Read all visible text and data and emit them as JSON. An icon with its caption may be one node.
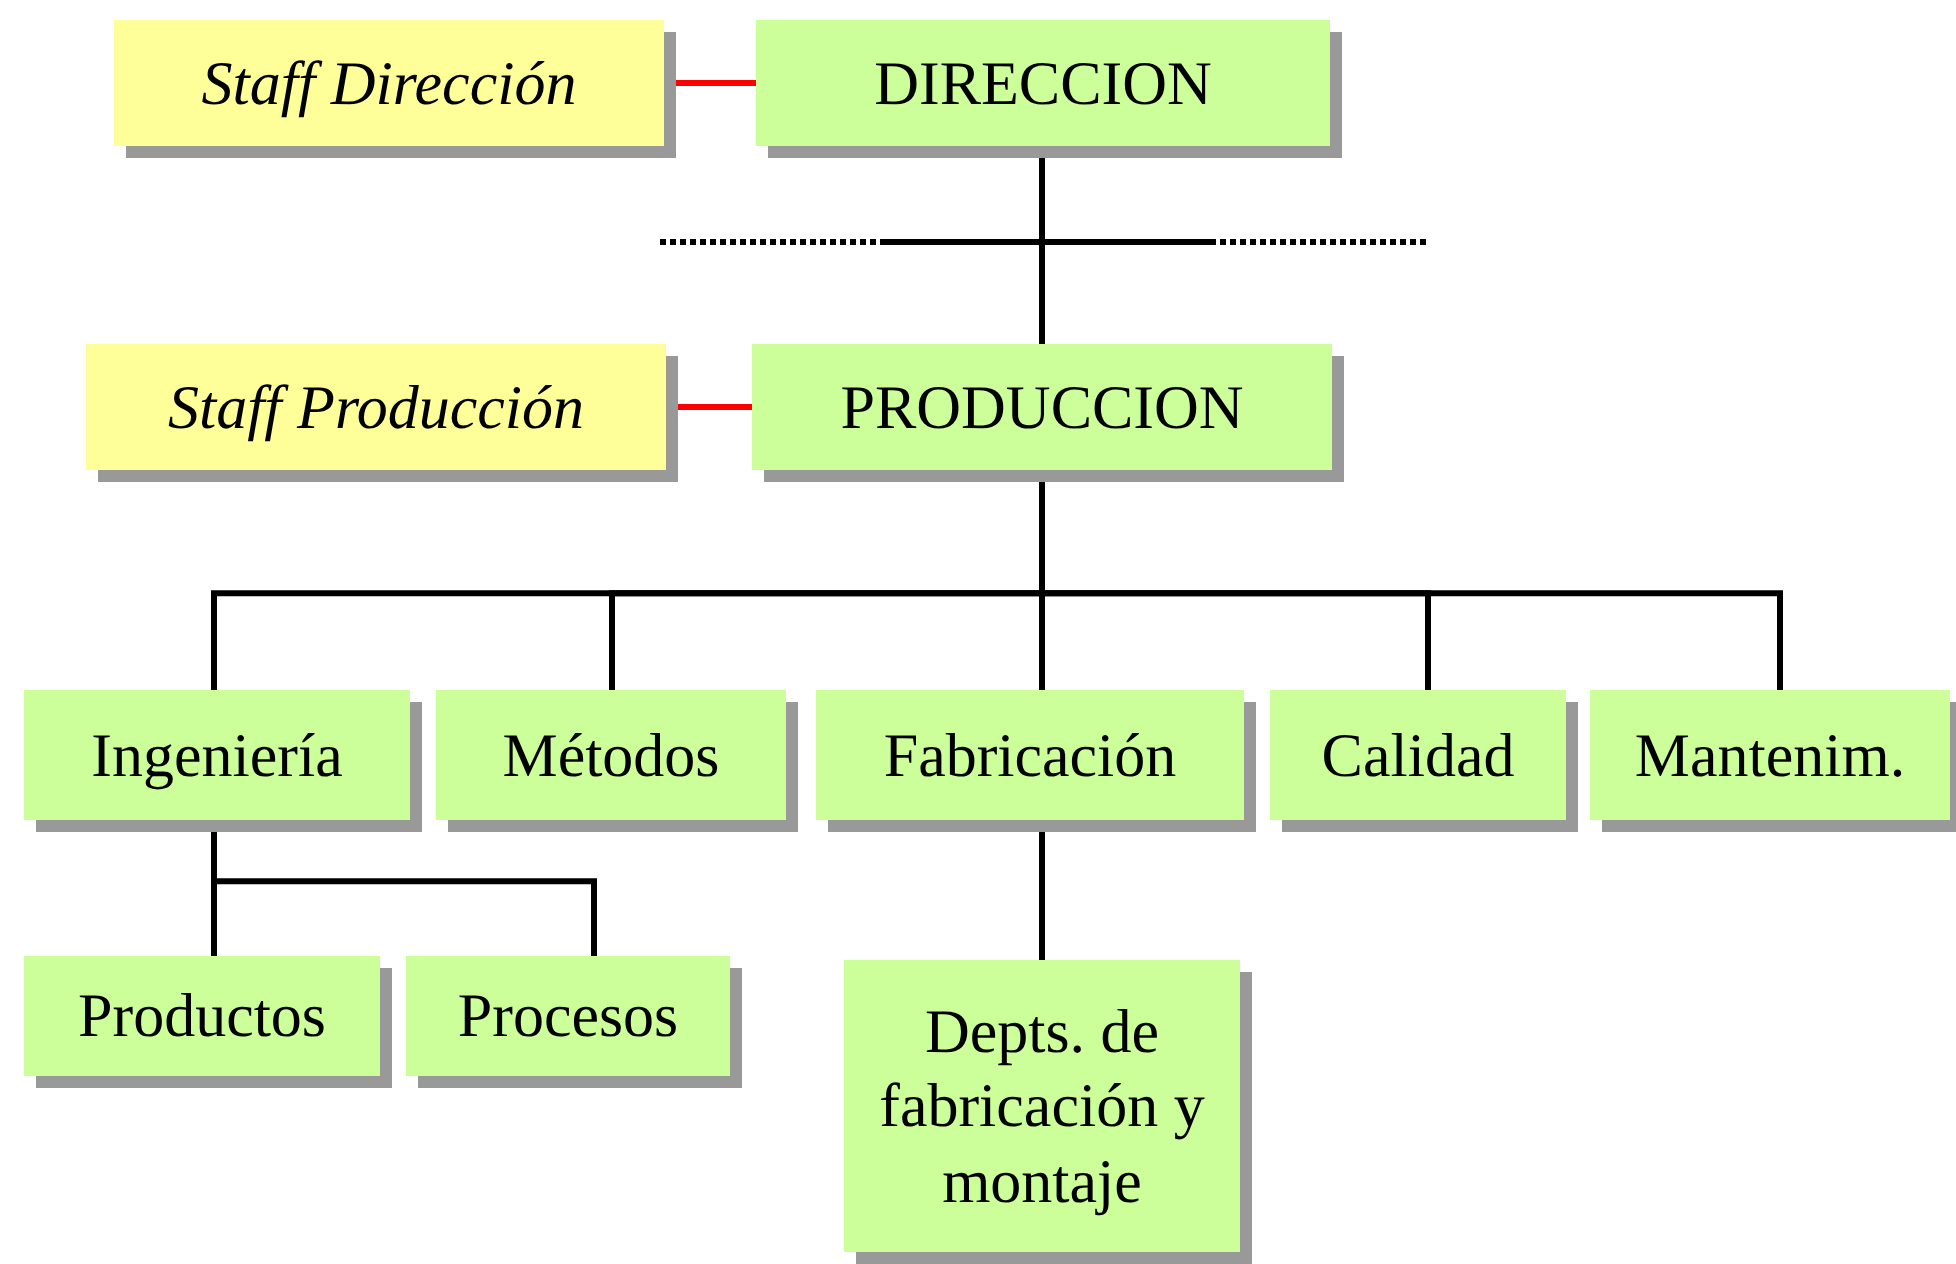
{
  "diagram": {
    "nodes": [
      {
        "text": [
          "Staff Dirección"
        ]
      },
      {
        "text": [
          "DIRECCION"
        ]
      },
      {
        "text": [
          "Staff Producción"
        ]
      },
      {
        "text": [
          "PRODUCCION"
        ]
      },
      {
        "text": [
          "Ingeniería"
        ]
      },
      {
        "text": [
          "Métodos"
        ]
      },
      {
        "text": [
          "Fabricación"
        ]
      },
      {
        "text": [
          "Calidad"
        ]
      },
      {
        "text": [
          "Mantenim."
        ]
      },
      {
        "text": [
          "Productos"
        ]
      },
      {
        "text": [
          "Procesos"
        ]
      },
      {
        "text": [
          "Depts. de fabricación y montaje"
        ]
      }
    ],
    "edges": [
      {
        "from": 0,
        "to": 1,
        "arrow": "none",
        "color": "#ff0000"
      },
      {
        "from": 1,
        "to": 3,
        "arrow": "none"
      },
      {
        "from": 2,
        "to": 3,
        "arrow": "none",
        "color": "#ff0000"
      },
      {
        "from": 3,
        "to": 4,
        "arrow": "none"
      },
      {
        "from": 3,
        "to": 5,
        "arrow": "none"
      },
      {
        "from": 3,
        "to": 6,
        "arrow": "none"
      },
      {
        "from": 3,
        "to": 7,
        "arrow": "none"
      },
      {
        "from": 3,
        "to": 8,
        "arrow": "none"
      },
      {
        "from": 4,
        "to": 9,
        "arrow": "none"
      },
      {
        "from": 4,
        "to": 10,
        "arrow": "none"
      },
      {
        "from": 6,
        "to": 11,
        "arrow": "none"
      }
    ]
  }
}
